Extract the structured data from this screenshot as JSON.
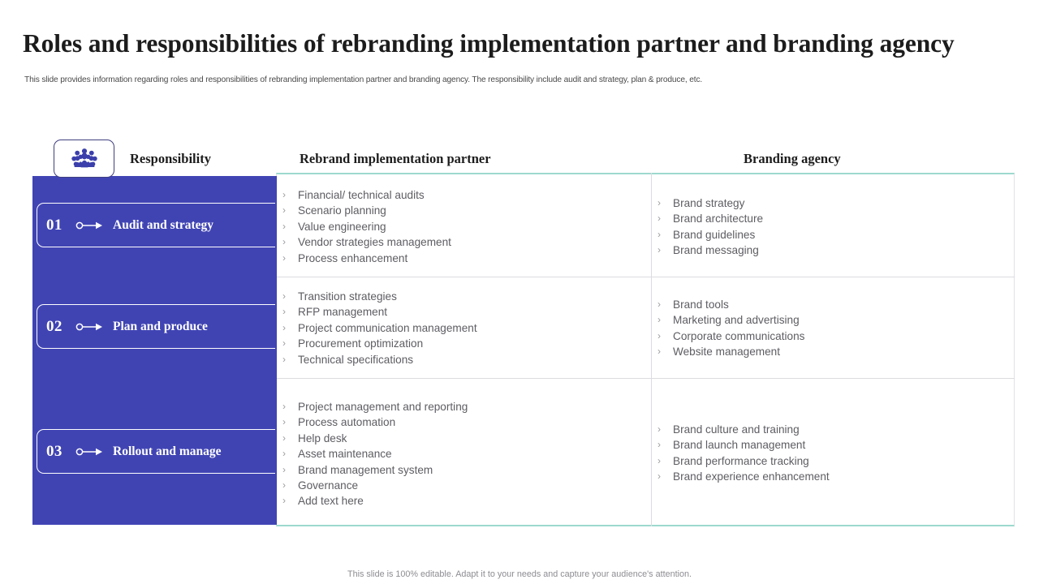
{
  "slide": {
    "title": "Roles and responsibilities of rebranding implementation partner and branding agency",
    "subtitle": "This slide provides information regarding roles and responsibilities of rebranding implementation partner and branding agency. The responsibility include audit and strategy, plan & produce, etc.",
    "footer": "This slide is 100% editable. Adapt it to your needs and capture your audience's attention."
  },
  "colors": {
    "panel_blue": "#4044b3",
    "accent_teal": "#9ed9ce",
    "divider_gray": "#dcdce0",
    "body_text": "#5d5d63",
    "heading_text": "#1c1c1c"
  },
  "header": {
    "icon": "gear-team-icon",
    "responsibility": "Responsibility",
    "partner": "Rebrand implementation partner",
    "agency": "Branding agency"
  },
  "rows": [
    {
      "number": "01",
      "label": "Audit and strategy",
      "partner_items": [
        "Financial/ technical audits",
        "Scenario planning",
        "Value engineering",
        "Vendor strategies management",
        "Process enhancement"
      ],
      "agency_items": [
        "Brand strategy",
        "Brand architecture",
        "Brand guidelines",
        "Brand messaging"
      ]
    },
    {
      "number": "02",
      "label": "Plan and produce",
      "partner_items": [
        "Transition strategies",
        "RFP management",
        "Project communication management",
        "Procurement optimization",
        "Technical specifications"
      ],
      "agency_items": [
        "Brand tools",
        "Marketing and advertising",
        "Corporate communications",
        "Website management"
      ]
    },
    {
      "number": "03",
      "label": "Rollout and manage",
      "partner_items": [
        "Project management and reporting",
        "Process automation",
        "Help desk",
        "Asset maintenance",
        "Brand management system",
        "Governance",
        "Add text here"
      ],
      "agency_items": [
        "Brand culture and training",
        "Brand launch management",
        "Brand performance tracking",
        "Brand experience enhancement"
      ]
    }
  ],
  "bullet_glyph": "›"
}
